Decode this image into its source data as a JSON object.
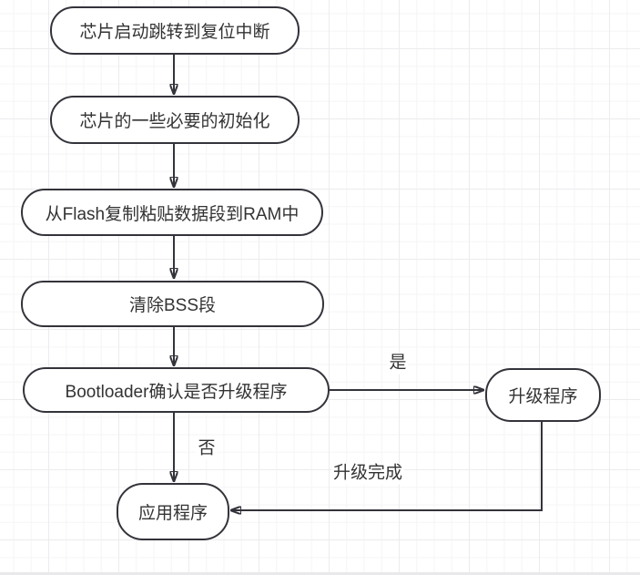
{
  "colors": {
    "canvas_background": "#ffffff",
    "grid_minor": "#f5f5f7",
    "grid_major": "#ececef",
    "node_fill": "#ffffff",
    "node_stroke": "#33333b",
    "text": "#333333"
  },
  "flowchart": {
    "nodes": [
      {
        "label": "芯片启动跳转到复位中断"
      },
      {
        "label": "芯片的一些必要的初始化"
      },
      {
        "label": "从Flash复制粘贴数据段到RAM中"
      },
      {
        "label": "清除BSS段"
      },
      {
        "label": "Bootloader确认是否升级程序"
      },
      {
        "label": "升级程序"
      },
      {
        "label": "应用程序"
      }
    ],
    "edge_labels": [
      {
        "label": "是"
      },
      {
        "label": "否"
      },
      {
        "label": "升级完成"
      }
    ]
  }
}
